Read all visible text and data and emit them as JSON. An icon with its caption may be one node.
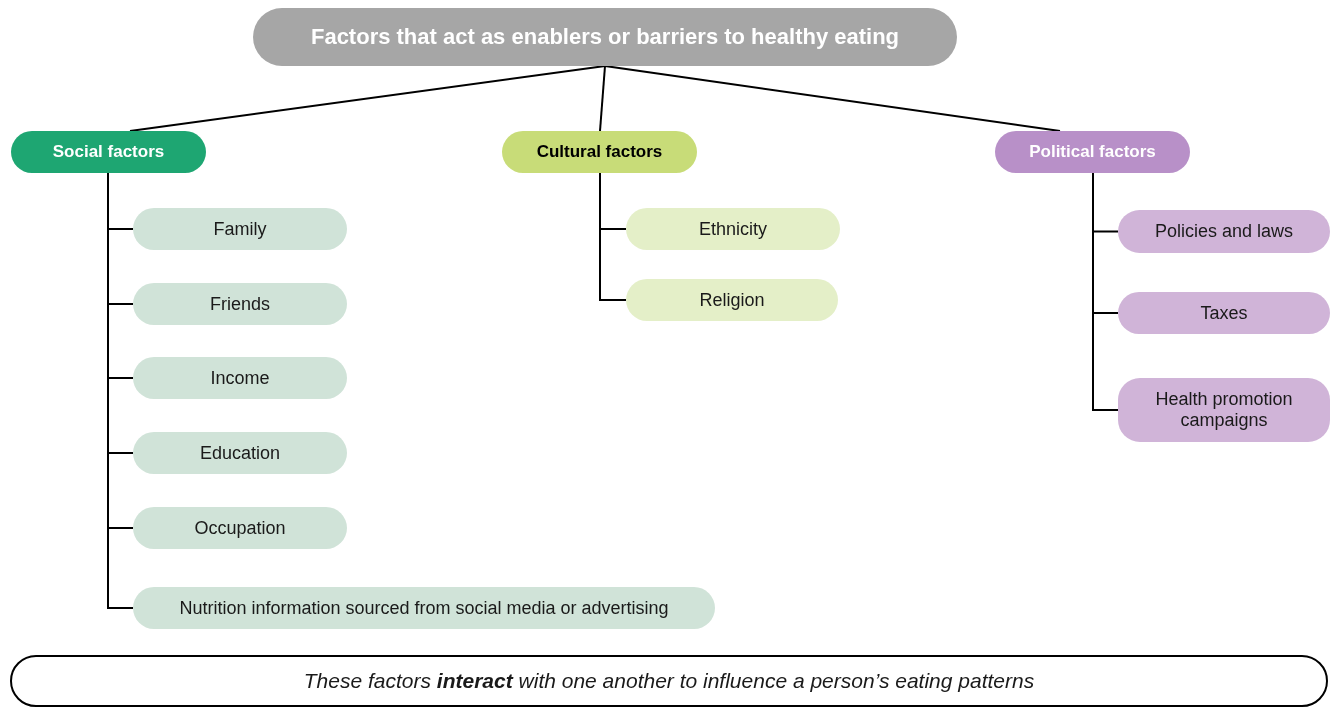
{
  "diagram": {
    "nodes": [
      {
        "text": [
          "Factors that act as enablers or barriers to healthy eating"
        ]
      },
      {
        "text": [
          "Social factors"
        ]
      },
      {
        "text": [
          "Cultural factors"
        ]
      },
      {
        "text": [
          "Political factors"
        ]
      },
      {
        "text": [
          "Family"
        ]
      },
      {
        "text": [
          "Friends"
        ]
      },
      {
        "text": [
          "Income"
        ]
      },
      {
        "text": [
          "Education"
        ]
      },
      {
        "text": [
          "Occupation"
        ]
      },
      {
        "text": [
          "Nutrition information sourced from social media or advertising"
        ]
      },
      {
        "text": [
          "Ethnicity"
        ]
      },
      {
        "text": [
          "Religion"
        ]
      },
      {
        "text": [
          "Policies and laws"
        ]
      },
      {
        "text": [
          "Taxes"
        ]
      },
      {
        "text": [
          "Health promotion campaigns"
        ]
      },
      {
        "text": [
          "These factors **interact** with one another to influence a person’s eating patterns"
        ]
      }
    ],
    "edges": [
      {
        "from": 0,
        "to": 1,
        "arrow": "none"
      },
      {
        "from": 0,
        "to": 2,
        "arrow": "none"
      },
      {
        "from": 0,
        "to": 3,
        "arrow": "none"
      },
      {
        "from": 1,
        "to": 4,
        "arrow": "none"
      },
      {
        "from": 1,
        "to": 5,
        "arrow": "none"
      },
      {
        "from": 1,
        "to": 6,
        "arrow": "none"
      },
      {
        "from": 1,
        "to": 7,
        "arrow": "none"
      },
      {
        "from": 1,
        "to": 8,
        "arrow": "none"
      },
      {
        "from": 1,
        "to": 9,
        "arrow": "none"
      },
      {
        "from": 2,
        "to": 10,
        "arrow": "none"
      },
      {
        "from": 2,
        "to": 11,
        "arrow": "none"
      },
      {
        "from": 3,
        "to": 12,
        "arrow": "none"
      },
      {
        "from": 3,
        "to": 13,
        "arrow": "none"
      },
      {
        "from": 3,
        "to": 14,
        "arrow": "none"
      }
    ]
  }
}
